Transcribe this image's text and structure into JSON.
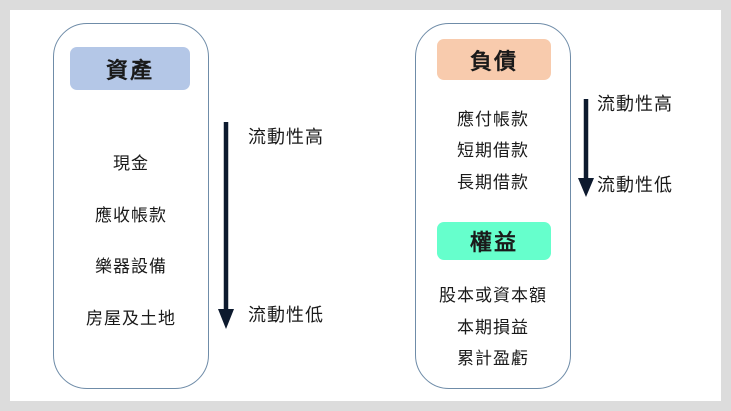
{
  "left": {
    "header": "資產",
    "header_color": "#b4c7e7",
    "items": [
      "現金",
      "應收帳款",
      "樂器設備",
      "房屋及土地"
    ]
  },
  "right": {
    "liabilities_header": "負債",
    "liabilities_color": "#f8cbad",
    "liabilities_items": [
      "應付帳款",
      "短期借款",
      "長期借款"
    ],
    "equity_header": "權益",
    "equity_color": "#66ffcc",
    "equity_items": [
      "股本或資本額",
      "本期損益",
      "累計盈虧"
    ]
  },
  "arrows": {
    "high_label": "流動性高",
    "low_label": "流動性低"
  },
  "colors": {
    "panel_border": "#6f8ca8",
    "arrow": "#0d1a2e",
    "background": "#dcdcdc"
  }
}
